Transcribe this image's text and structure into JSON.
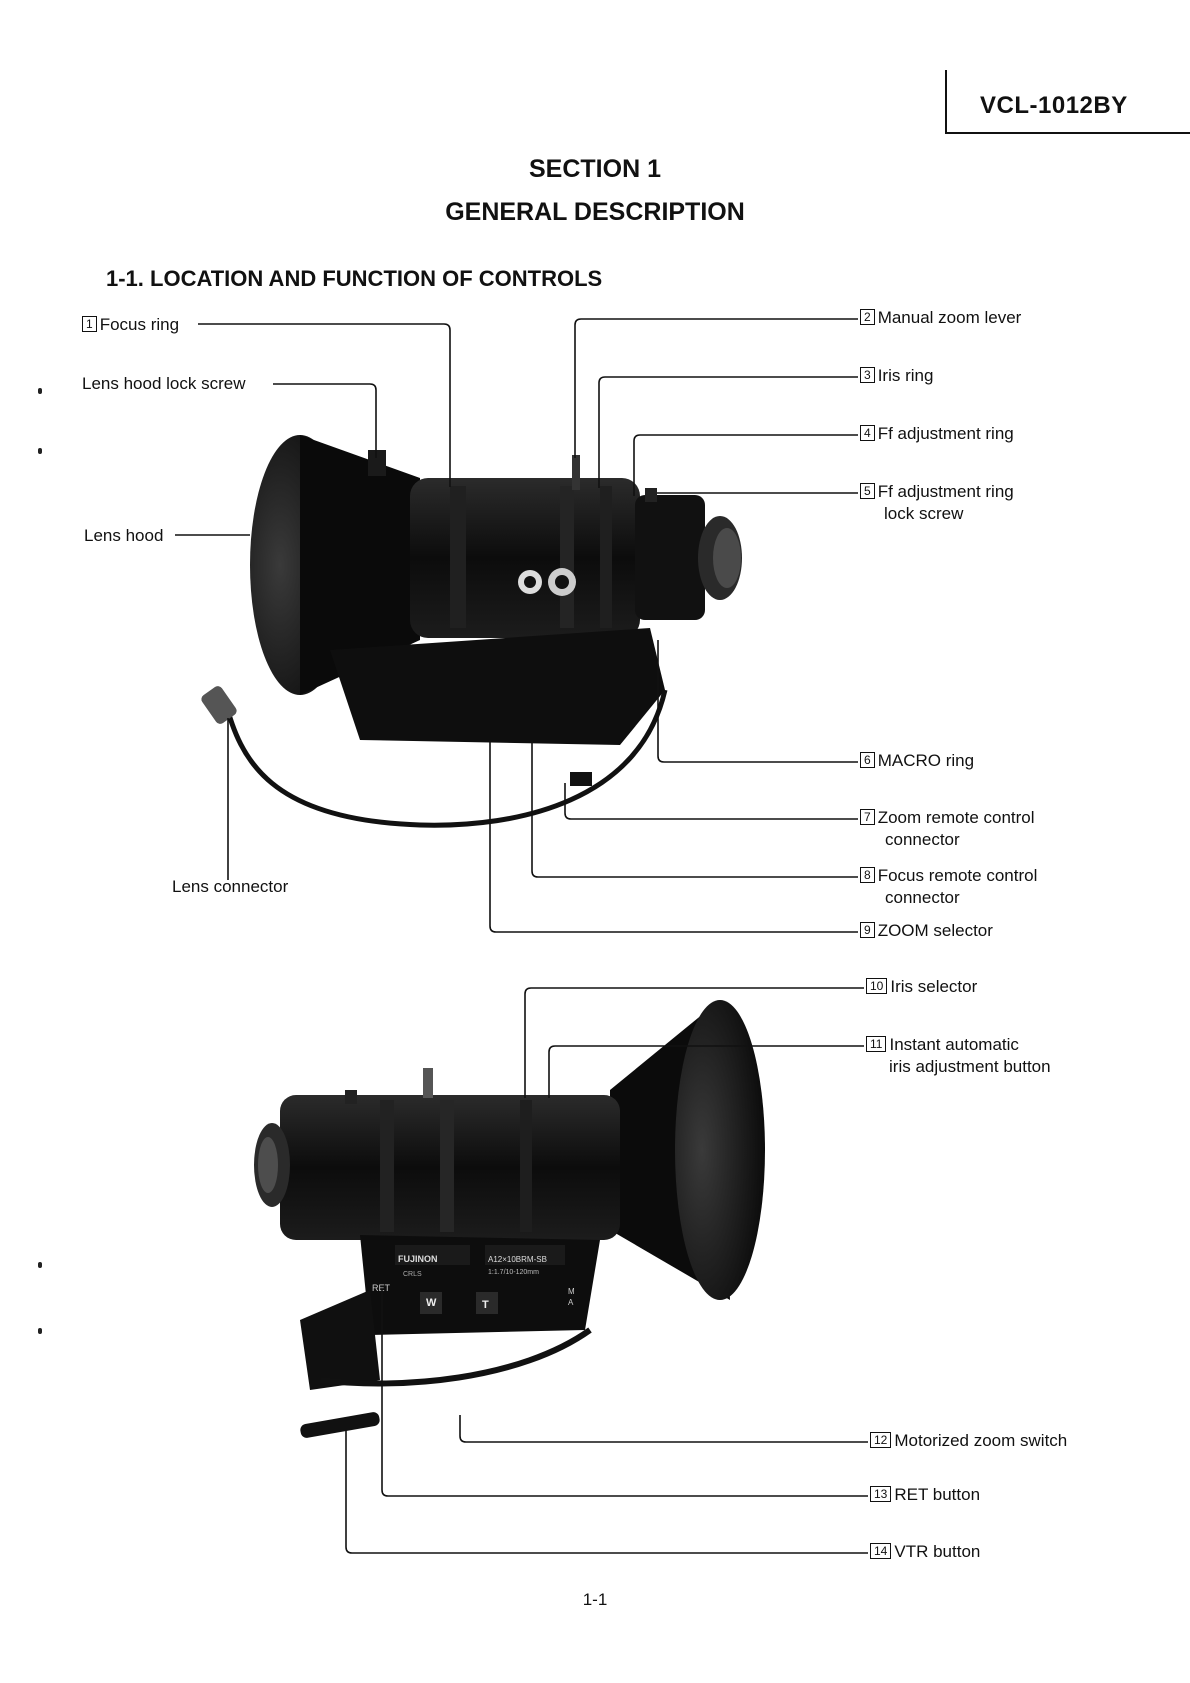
{
  "header": {
    "model": "VCL-1012BY"
  },
  "section": {
    "number": "SECTION 1",
    "title": "GENERAL DESCRIPTION"
  },
  "subsection": "1-1. LOCATION AND FUNCTION OF CONTROLS",
  "callouts": [
    {
      "num": "1",
      "label": "Focus ring"
    },
    {
      "num": "2",
      "label": "Manual zoom lever"
    },
    {
      "num": "3",
      "label": "Iris ring"
    },
    {
      "num": "4",
      "label": "Ff adjustment ring"
    },
    {
      "num": "5",
      "label": "Ff adjustment ring",
      "label2": "lock screw"
    },
    {
      "num": "6",
      "label": "MACRO ring"
    },
    {
      "num": "7",
      "label": "Zoom remote control",
      "label2": "connector"
    },
    {
      "num": "8",
      "label": "Focus remote control",
      "label2": "connector"
    },
    {
      "num": "9",
      "label": "ZOOM selector"
    },
    {
      "num": "10",
      "label": "Iris selector"
    },
    {
      "num": "11",
      "label": "Instant automatic",
      "label2": "iris adjustment button"
    },
    {
      "num": "12",
      "label": "Motorized zoom switch"
    },
    {
      "num": "13",
      "label": "RET button"
    },
    {
      "num": "14",
      "label": "VTR button"
    }
  ],
  "unnumbered": {
    "hood_screw": "Lens hood lock screw",
    "hood": "Lens hood",
    "connector": "Lens connector"
  },
  "lens_markings": {
    "brand": "FUJINON",
    "brand_sub": "CRLS",
    "model": "A12×10BRM-SB",
    "spec": "1:1.7/10-120mm",
    "ret": "RET",
    "w": "W",
    "t": "T",
    "m": "M",
    "a": "A"
  },
  "page_number": "1-1"
}
